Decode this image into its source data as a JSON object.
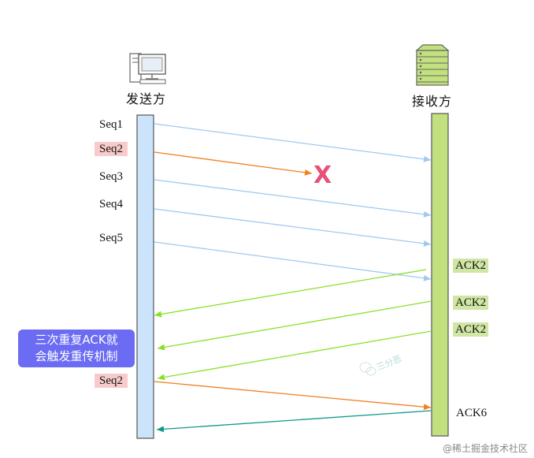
{
  "sender": {
    "title": "发送方"
  },
  "receiver": {
    "title": "接收方"
  },
  "seq_labels": [
    "Seq1",
    "Seq2",
    "Seq3",
    "Seq4",
    "Seq5"
  ],
  "retransmit_label": "Seq2",
  "ack_labels": [
    "ACK2",
    "ACK2",
    "ACK2"
  ],
  "final_ack_label": "ACK6",
  "note": {
    "line1": "三次重复ACK就",
    "line2": "会触发重传机制"
  },
  "loss_mark": "X",
  "watermark": "@稀土掘金技术社区",
  "center_watermark": "三分恶",
  "colors": {
    "sender_bar": "#cce4fb",
    "receiver_bar": "#c3e07f",
    "seq_arrow": "#9fc9ee",
    "lost_arrow": "#f08020",
    "ack_arrow": "#88e028",
    "final_ack_arrow": "#119988",
    "highlight_red": "#f8cbcb",
    "highlight_green": "#cfe6a4",
    "note_bg": "#6b6bf3"
  }
}
